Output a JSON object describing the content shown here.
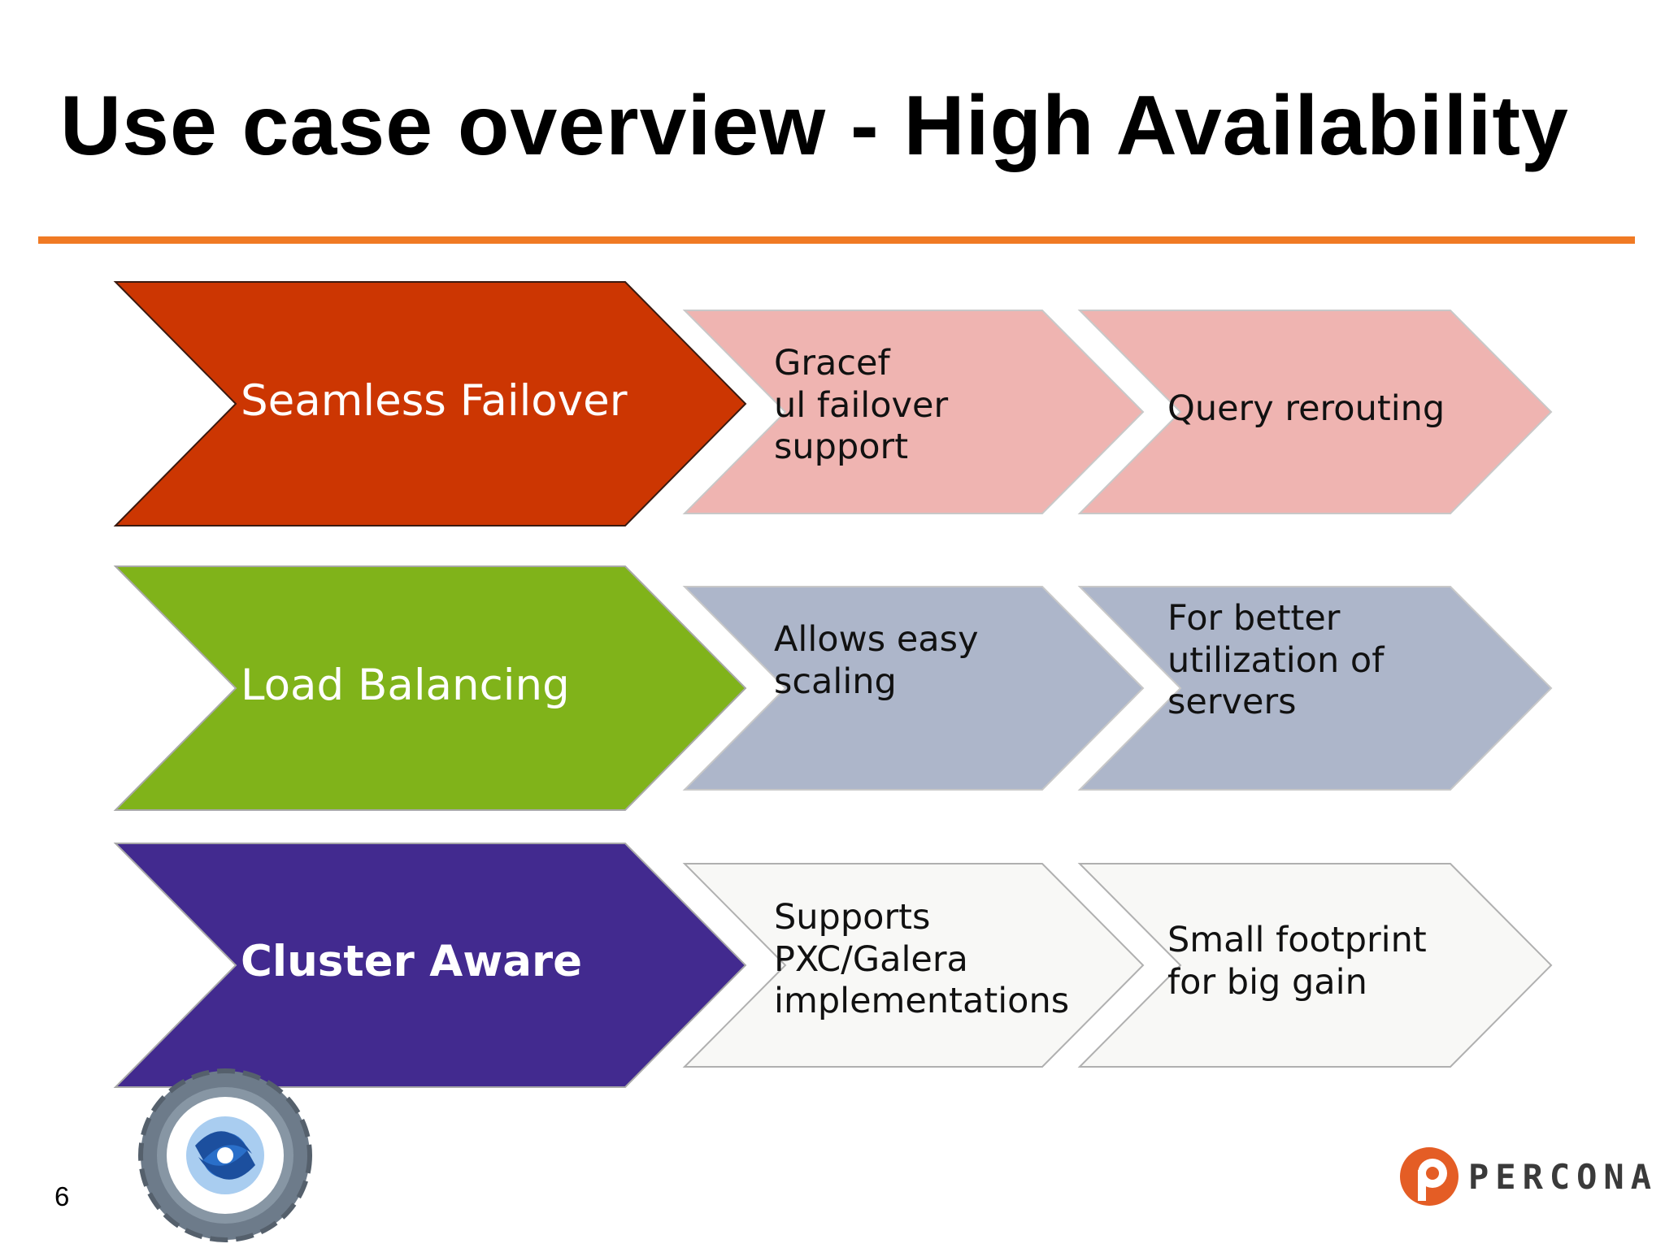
{
  "slide": {
    "title": "Use case overview - High Availability",
    "page_number": "6",
    "accent_color": "#f07a24"
  },
  "rows": [
    {
      "main": {
        "label": "Seamless Failover",
        "color": "#cc3602",
        "bold": false
      },
      "steps": [
        {
          "label": "               Gracef\nul failover\nsupport",
          "color": "#efb4b1"
        },
        {
          "label": "Query rerouting",
          "color": "#efb4b1"
        }
      ]
    },
    {
      "main": {
        "label": "Load Balancing",
        "color": "#80b31a",
        "bold": false
      },
      "steps": [
        {
          "label": "Allows easy\nscaling",
          "color": "#adb6ca"
        },
        {
          "label": "For better\nutilization of\nservers",
          "color": "#adb6ca"
        }
      ]
    },
    {
      "main": {
        "label": "Cluster Aware",
        "color": "#422a8f",
        "bold": true
      },
      "steps": [
        {
          "label": "Supports\nPXC/Galera\nimplementations",
          "color": "#f8f8f6"
        },
        {
          "label": "Small footprint\nfor big gain",
          "color": "#f8f8f6"
        }
      ]
    }
  ],
  "logos": {
    "proxysql_icon": "proxysql-gear-logo-icon",
    "percona_icon": "percona-logo-icon",
    "percona_wordmark": "PERCONA",
    "percona_color": "#e45d25"
  }
}
